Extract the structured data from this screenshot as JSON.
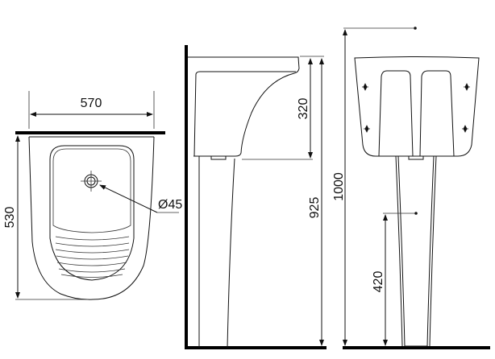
{
  "views": {
    "top_view": {
      "width_label": "570",
      "depth_label": "530",
      "drain_label": "Ø45"
    },
    "side_view": {
      "basin_height_label": "320",
      "rim_height_label": "925"
    },
    "front_view": {
      "total_height_label": "1000",
      "fixing_height_label": "420"
    }
  },
  "colors": {
    "line": "#111111",
    "background": "#ffffff"
  }
}
